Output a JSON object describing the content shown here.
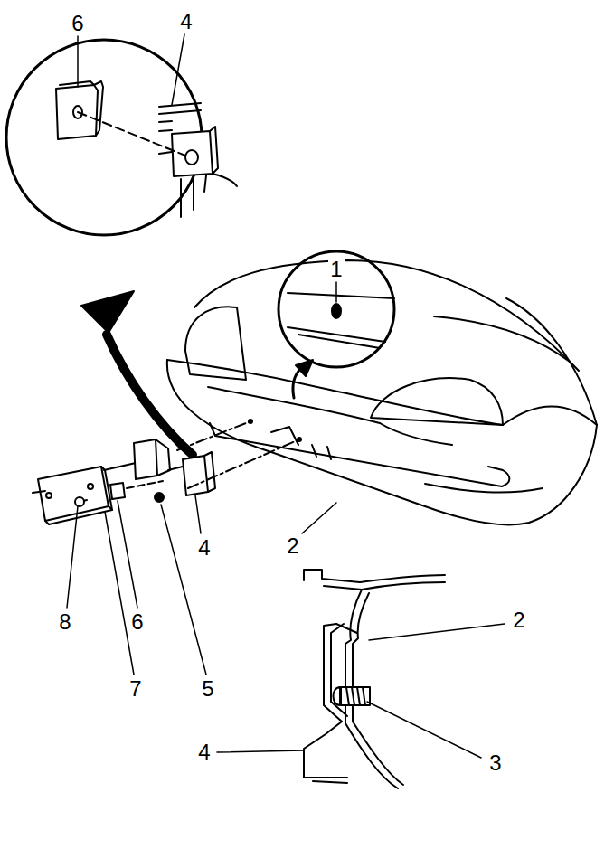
{
  "diagram": {
    "labels": [
      "6",
      "4",
      "1",
      "2",
      "4",
      "8",
      "6",
      "7",
      "5",
      "2",
      "3",
      "4"
    ]
  }
}
